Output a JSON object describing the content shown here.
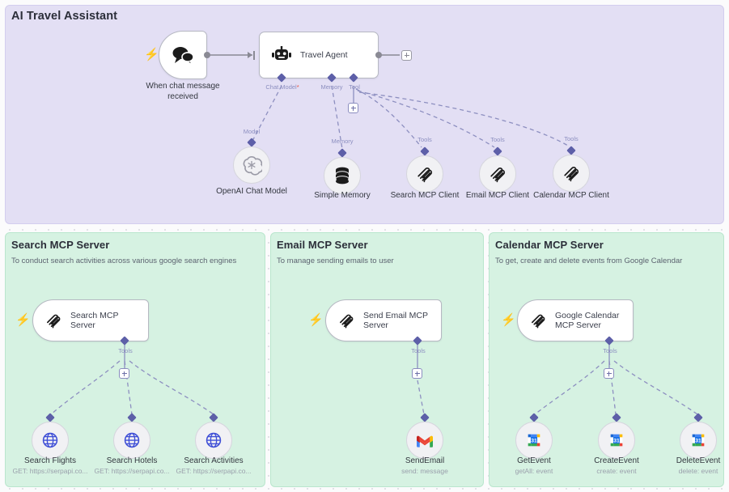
{
  "canvas": {
    "background_color": "#fbfbfc",
    "grid": "dot-grid"
  },
  "panels": [
    {
      "id": "ai-travel-assistant",
      "title": "AI Travel Assistant",
      "subtitle": "",
      "color": "#e3dff4",
      "border_color": "#d3cdee"
    },
    {
      "id": "search-mcp-server",
      "title": "Search MCP Server",
      "subtitle": "To conduct search activities across various google search engines",
      "color": "#d6f2e2",
      "border_color": "#b9e6cd"
    },
    {
      "id": "email-mcp-server",
      "title": "Email MCP Server",
      "subtitle": "To manage sending emails to user",
      "color": "#d6f2e2",
      "border_color": "#b9e6cd"
    },
    {
      "id": "calendar-mcp-server",
      "title": "Calendar MCP Server",
      "subtitle": "To get, create and delete events from Google Calendar",
      "color": "#d6f2e2",
      "border_color": "#b9e6cd"
    }
  ],
  "assistant": {
    "trigger": {
      "caption_line1": "When chat message",
      "caption_line2": "received",
      "icon": "chat-bubbles-icon"
    },
    "agent": {
      "label": "Travel Agent",
      "icon": "robot-icon"
    },
    "agent_ports": [
      {
        "label": "Chat Model",
        "required": "*"
      },
      {
        "label": "Memory",
        "required": ""
      },
      {
        "label": "Tool",
        "required": ""
      }
    ],
    "sub_nodes": [
      {
        "port_label": "Model",
        "caption": "OpenAI Chat Model",
        "icon": "openai-icon"
      },
      {
        "port_label": "Memory",
        "caption": "Simple Memory",
        "icon": "database-icon"
      },
      {
        "port_label": "Tools",
        "caption": "Search MCP Client",
        "icon": "mcp-icon"
      },
      {
        "port_label": "Tools",
        "caption": "Email MCP Client",
        "icon": "mcp-icon"
      },
      {
        "port_label": "Tools",
        "caption": "Calendar MCP Client",
        "icon": "mcp-icon"
      }
    ]
  },
  "search_server": {
    "root": {
      "label": "Search MCP Server",
      "icon": "mcp-icon",
      "port_label": "Tools"
    },
    "tools": [
      {
        "caption": "Search Flights",
        "subcaption": "GET: https://serpapi.co...",
        "icon": "globe-icon"
      },
      {
        "caption": "Search Hotels",
        "subcaption": "GET: https://serpapi.co...",
        "icon": "globe-icon"
      },
      {
        "caption": "Search Activities",
        "subcaption": "GET: https://serpapi.co...",
        "icon": "globe-icon"
      }
    ]
  },
  "email_server": {
    "root": {
      "label_line1": "Send Email MCP",
      "label_line2": "Server",
      "icon": "mcp-icon",
      "port_label": "Tools"
    },
    "tools": [
      {
        "caption": "SendEmail",
        "subcaption": "send: message",
        "icon": "gmail-icon"
      }
    ]
  },
  "calendar_server": {
    "root": {
      "label_line1": "Google Calendar",
      "label_line2": "MCP Server",
      "icon": "mcp-icon",
      "port_label": "Tools"
    },
    "tools": [
      {
        "caption": "GetEvent",
        "subcaption": "getAll: event",
        "icon": "google-calendar-icon"
      },
      {
        "caption": "CreateEvent",
        "subcaption": "create: event",
        "icon": "google-calendar-icon"
      },
      {
        "caption": "DeleteEvent",
        "subcaption": "delete: event",
        "icon": "google-calendar-icon"
      }
    ]
  },
  "colors": {
    "trigger_bolt": "#ff6d5a",
    "connector": "#8d8fc0",
    "port_diamond": "#5d5fa8",
    "panel_purple": "#e3dff4",
    "panel_green": "#d6f2e2"
  }
}
